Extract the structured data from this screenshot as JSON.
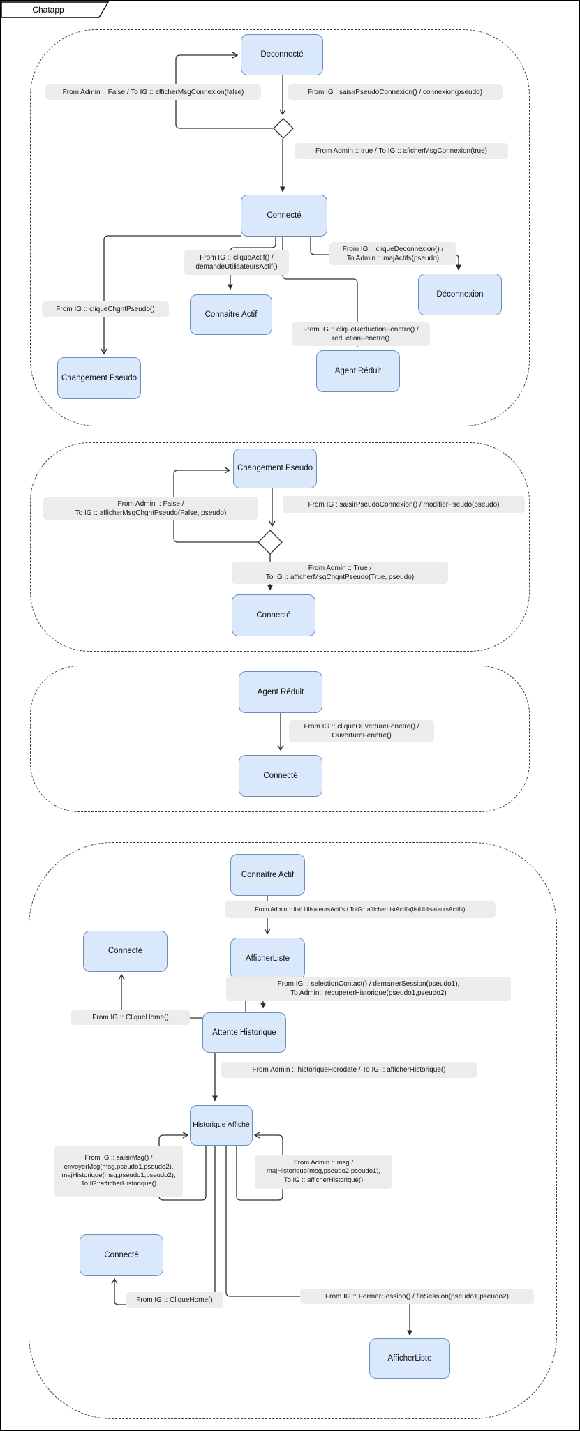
{
  "frame": {
    "title": "Chatapp"
  },
  "colors": {
    "state_fill": "#dae8fc",
    "state_stroke": "#6c8ebf",
    "label_background": "#ececec",
    "edge_stroke": "#2d2d2d",
    "section_border": "#3b3b3b"
  },
  "states": [
    {
      "label": "Deconnecté"
    },
    {
      "label": "Connecté"
    },
    {
      "label": "Connaitre Actif"
    },
    {
      "label": "Changement Pseudo"
    },
    {
      "label": "Agent Réduit"
    },
    {
      "label": "Déconnexion"
    },
    {
      "label": "Changement Pseudo"
    },
    {
      "label": "Connecté"
    },
    {
      "label": "Agent Réduit"
    },
    {
      "label": "Connecté"
    },
    {
      "label": "Connaître Actif"
    },
    {
      "label": "AfficherListe"
    },
    {
      "label": "Connecté"
    },
    {
      "label": "Attente Historique"
    },
    {
      "label": "Historique Affiché"
    },
    {
      "label": "Connecté"
    },
    {
      "label": "AfficherListe"
    }
  ],
  "labels": [
    {
      "text": "From Admin :: False  / To IG :: afficherMsgConnexion(false)"
    },
    {
      "text": "From IG : saisirPseudoConnexion() / connexion(pseudo)"
    },
    {
      "text": "From Admin :: true  / To IG :: aficherMsgConnexion(true)"
    },
    {
      "text": "From IG :: cliqueActif() /\ndemandeUtilisateursActif()"
    },
    {
      "text": "From IG :: cliqueDeconnexion() /\nTo Admin :: majActifs(pseudo)"
    },
    {
      "text": "From IG :: cliqueChgntPseudo()"
    },
    {
      "text": "From IG :: cliqueReductionFenetre() /\nreductionFenetre()"
    },
    {
      "text": "From Admin :: False /\nTo IG :: afficherMsgChgntPseudo(False, pseudo)"
    },
    {
      "text": "From IG : saisirPseudoConnexion() / modifierPseudo(pseudo)"
    },
    {
      "text": "From Admin :: True /\nTo IG :: afficherMsgChgntPseudo(True, pseudo)"
    },
    {
      "text": "From IG :: cliqueOuvertureFenetre() /\nOuvertureFenetre()"
    },
    {
      "text": "From Admin :: listUtilisateursActifs / ToIG:: afficherListActifs(listUtilisateursActifs)"
    },
    {
      "text": "From IG :: selectionContact() / demarrerSession(pseudo1),\nTo Admin:: recupererHistorique(pseudo1,pseudo2)"
    },
    {
      "text": "From IG :: CliqueHome()"
    },
    {
      "text": "From Admin :: historiqueHorodate / To IG :: afficherHistorique()"
    },
    {
      "text": "From IG :: saisirMsg() /\nenvoyerMsg(msg,pseudo1,pseudo2),\nmajHistorique(msg,pseudo1,pseudo2),\nTo IG::afficherHistorique()"
    },
    {
      "text": "From Admin :: msg /\nmajHistorique(msg,pseudo2,pseudo1),\nTo IG :: afficherHistorique()"
    },
    {
      "text": "From IG :: CliqueHome()"
    },
    {
      "text": "From IG :: FermerSession() / finSession(pseudo1,pseudo2)"
    }
  ]
}
